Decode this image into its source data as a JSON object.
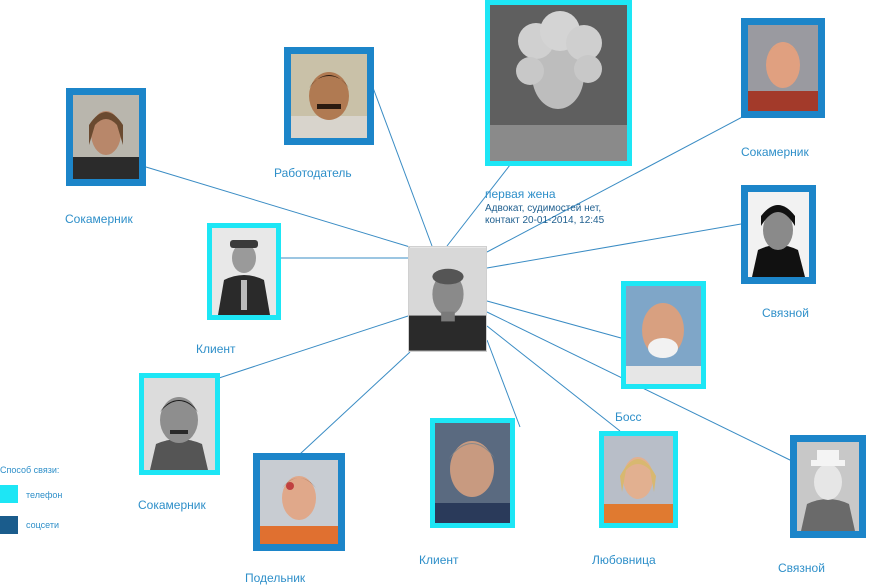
{
  "colors": {
    "link": "#3a8cc4",
    "phone": "#1de6f5",
    "social": "#1c85c9",
    "label": "#2e8fc9"
  },
  "center": {
    "icon": "portrait-photo"
  },
  "nodes": [
    {
      "id": "n1",
      "label": "Сокамерник",
      "channel": "social"
    },
    {
      "id": "n2",
      "label": "Работодатель",
      "channel": "social"
    },
    {
      "id": "n3",
      "label": "первая жена",
      "channel": "phone",
      "note": [
        "Адвокат, судимостей нет,",
        "контакт 20-01-2014, 12:45"
      ]
    },
    {
      "id": "n4",
      "label": "Сокамерник",
      "channel": "social"
    },
    {
      "id": "n5",
      "label": "Клиент",
      "channel": "phone"
    },
    {
      "id": "n6",
      "label": "Связной",
      "channel": "social"
    },
    {
      "id": "n7",
      "label": "Босс",
      "channel": "phone"
    },
    {
      "id": "n8",
      "label": "Сокамерник",
      "channel": "phone"
    },
    {
      "id": "n9",
      "label": "Подельник",
      "channel": "social"
    },
    {
      "id": "n10",
      "label": "Клиент",
      "channel": "phone"
    },
    {
      "id": "n11",
      "label": "Любовница",
      "channel": "phone"
    },
    {
      "id": "n12",
      "label": "Связной",
      "channel": "social"
    }
  ],
  "legend": {
    "title": "Способ связи:",
    "items": [
      {
        "label": "телефон",
        "color": "#1de6f5"
      },
      {
        "label": "соцсети",
        "color": "#1a5c8c"
      }
    ]
  }
}
